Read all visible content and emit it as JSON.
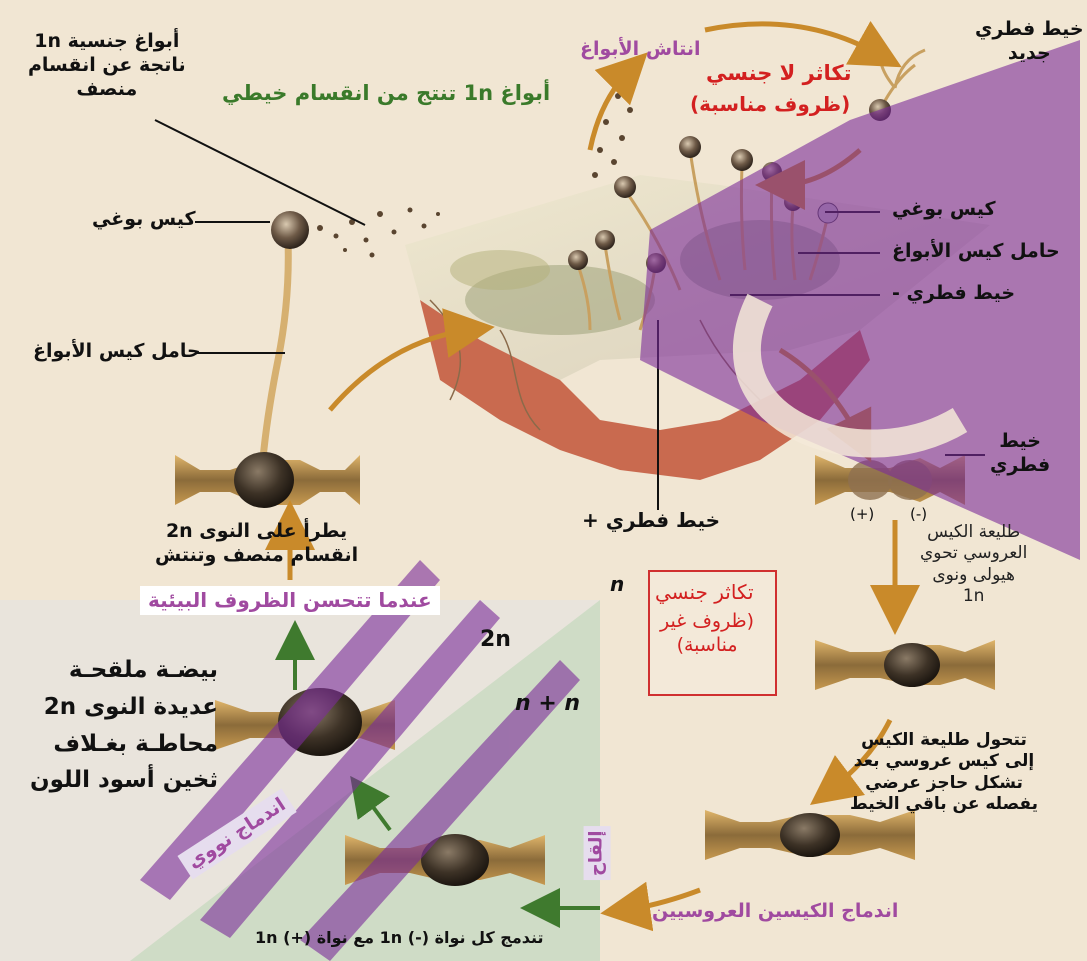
{
  "labels": {
    "spores_meiosis": "أبواغ جنسية 1n\nناتجة عن انقسام\nمنصف",
    "spores_mitosis": "أبواغ 1n تنتج من انقسام خيطي",
    "spore_release": "انتاش الأبواغ",
    "asexual_title": "تكاثر لا جنسي",
    "asexual_conditions": "(ظروف مناسبة)",
    "new_hypha": "خيط فطري\nجديد",
    "sporangium_left": "كيس بوغي",
    "sporangiophore_left": "حامل كيس الأبواغ",
    "sporangium_right": "كيس بوغي",
    "sporangiophore_right": "حامل كيس الأبواغ",
    "hypha_minus": "خيط فطري -",
    "hypha_plus": "خيط فطري +",
    "hypha_right": "خيط\nفطري",
    "plus_sign": "(+)",
    "minus_sign": "(-)",
    "progametangium": "طليعة الكيس\nالعروسي تحوي\nهيولى ونوى\n1n",
    "meiosis_germinate": "يطرأ على النوى 2n\nانقسام منصف وتنتش",
    "when_conditions_improve": "عندما تتحسن الظروف البيئية",
    "n_label": "n",
    "two_n_label": "2n",
    "n_plus_n_label": "n + n",
    "sexual_title": "تكاثر جنسي",
    "sexual_conditions": "(ظروف غير\nمناسبة)",
    "zygote_desc": "بيضـة ملقحـة\nعديدة النوى 2n\nمحاطـة بغـلاف\nثخين أسود اللون",
    "gametangium_desc": "تتحول طليعة الكيس\nإلى كيس عروسي بعد\nتشكل حاجز عرضي\nيفصله عن باقي الخيط",
    "nuclear_fusion": "اندماج نووي",
    "fertilization": "إلقاح",
    "nuclei_fuse": "تندمج كل نواة (-) 1n مع نواة (+) 1n",
    "gametangia_fusion": "اندماج الكيسين العروسيين"
  },
  "colors": {
    "red": "#d32020",
    "green": "#3a7a2a",
    "purple_label": "#a04aa0",
    "watermark": "#7b2c9a",
    "arrow": "#c98a2a",
    "green_arrow": "#3f7a2e"
  }
}
